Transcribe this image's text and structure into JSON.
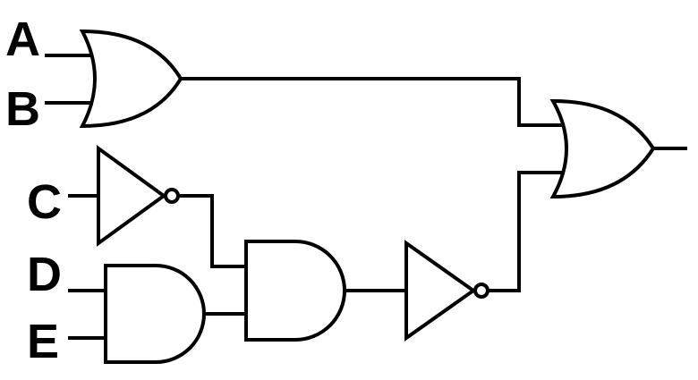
{
  "diagram": {
    "inputs": {
      "a": "A",
      "b": "B",
      "c": "C",
      "d": "D",
      "e": "E"
    },
    "gates": [
      {
        "id": "or-1",
        "type": "OR",
        "inputs": [
          "A",
          "B"
        ]
      },
      {
        "id": "not-1",
        "type": "NOT",
        "inputs": [
          "C"
        ]
      },
      {
        "id": "and-1",
        "type": "AND",
        "inputs": [
          "D",
          "E"
        ]
      },
      {
        "id": "and-2",
        "type": "AND",
        "inputs": [
          "not-1",
          "and-1"
        ]
      },
      {
        "id": "not-2",
        "type": "NOT",
        "inputs": [
          "and-2"
        ]
      },
      {
        "id": "or-2",
        "type": "OR",
        "inputs": [
          "or-1",
          "not-2"
        ]
      }
    ],
    "colors": {
      "stroke": "#000000",
      "background": "#ffffff"
    }
  }
}
